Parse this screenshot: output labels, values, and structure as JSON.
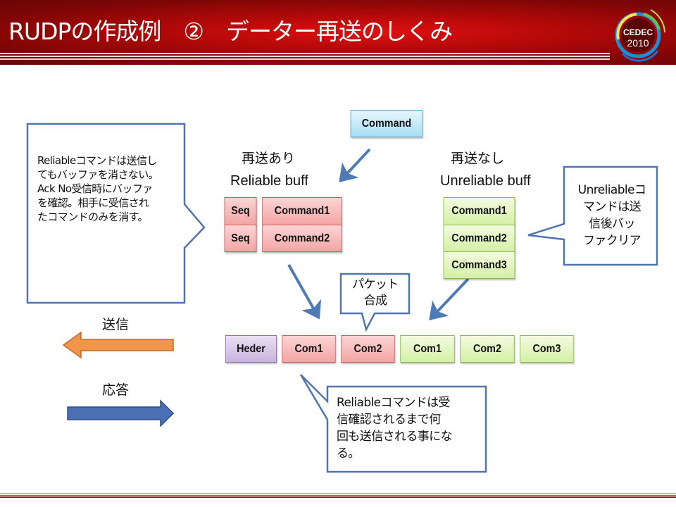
{
  "slide": {
    "title": "RUDPの作成例　②　データー再送のしくみ",
    "logo": {
      "name": "CEDEC",
      "year": "2010"
    }
  },
  "colors": {
    "header_red": "#c00a0a",
    "reliable_fill": "#f4a5a5",
    "unreliable_fill": "#d4f0a4",
    "header_cell_fill": "#c8b3dc",
    "command_fill": "#a8def4",
    "callout_border": "#4f74b0",
    "arrow_blue": "#4f7ab8",
    "send_arrow": "#f0954a",
    "response_arrow": "#4a6fb5"
  },
  "source": {
    "command_label": "Command"
  },
  "reliable": {
    "heading_jp": "再送あり",
    "heading_en": "Reliable buff",
    "rows": [
      {
        "seq": "Seq",
        "command": "Command1"
      },
      {
        "seq": "Seq",
        "command": "Command2"
      }
    ]
  },
  "unreliable": {
    "heading_jp": "再送なし",
    "heading_en": "Unreliable buff",
    "rows": [
      "Command1",
      "Command2",
      "Command3"
    ]
  },
  "callouts": {
    "reliable_note": [
      "Reliableコマンドは送信し",
      "てもバッファを消さない。",
      "Ack No受信時にバッファ",
      "を確認。相手に受信され",
      "たコマンドのみを消す。"
    ],
    "unreliable_note": [
      "Unreliableコ",
      "マンドは送",
      "信後バッ",
      "ファクリア"
    ],
    "packet_note": [
      "パケット",
      "合成"
    ],
    "resend_note": [
      "Reliableコマンドは受",
      "信確認されるまで何",
      "回も送信される事にな",
      "る。"
    ]
  },
  "packet": {
    "cells": [
      {
        "label": "Heder",
        "type": "header"
      },
      {
        "label": "Com1",
        "type": "reliable"
      },
      {
        "label": "Com2",
        "type": "reliable"
      },
      {
        "label": "Com1",
        "type": "unreliable"
      },
      {
        "label": "Com2",
        "type": "unreliable"
      },
      {
        "label": "Com3",
        "type": "unreliable"
      }
    ]
  },
  "legend": {
    "send_label": "送信",
    "response_label": "応答"
  }
}
